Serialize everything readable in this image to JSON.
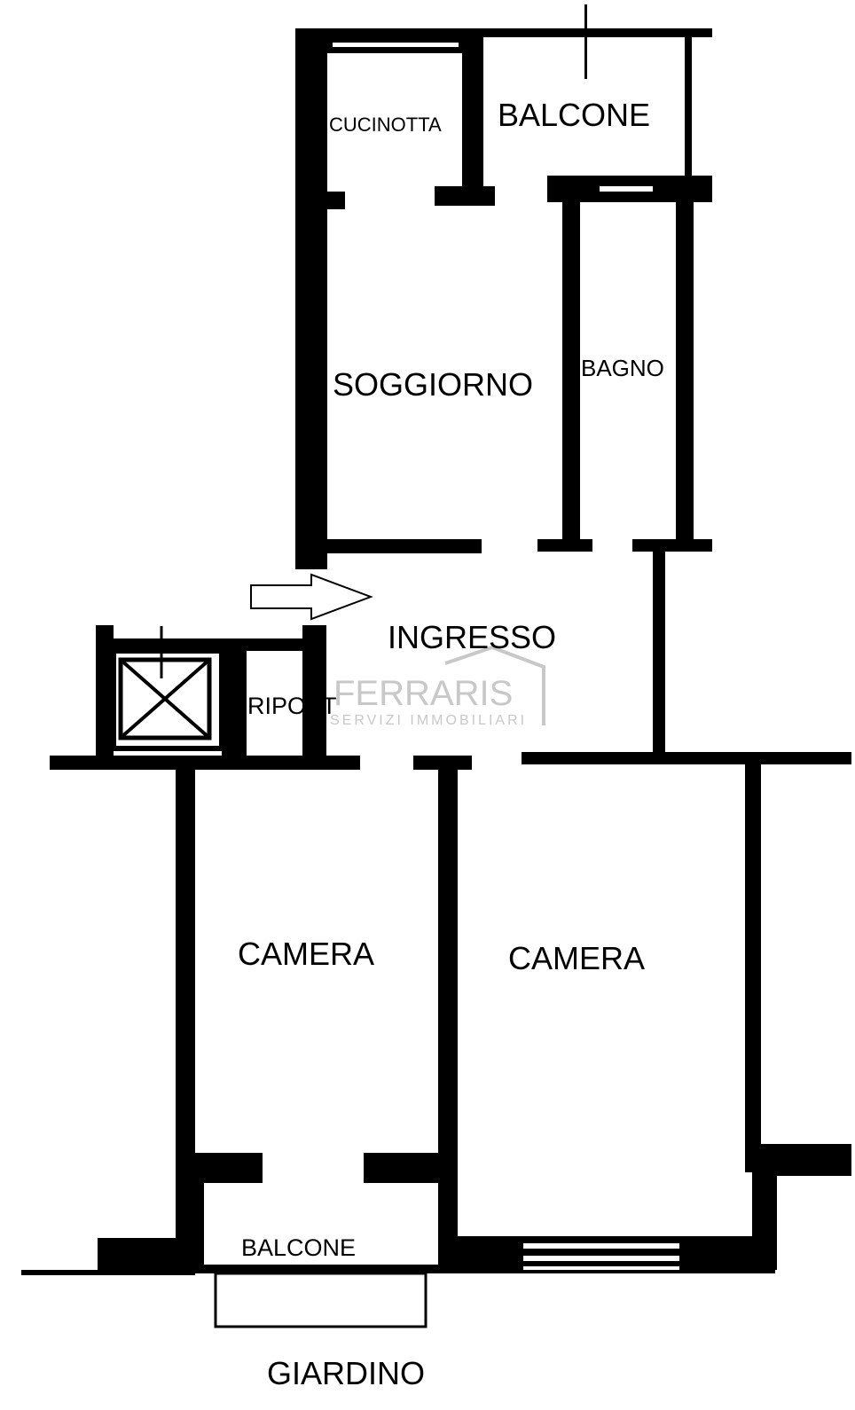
{
  "rooms": {
    "cucinotta": "CUCINOTTA",
    "balcone_top": "BALCONE",
    "soggiorno": "SOGGIORNO",
    "bagno": "BAGNO",
    "ingresso": "INGRESSO",
    "ripost": "RIPOST",
    "camera_left": "CAMERA",
    "camera_right": "CAMERA",
    "balcone_bottom": "BALCONE",
    "giardino": "GIARDINO"
  },
  "watermark": {
    "brand": "FERRARIS",
    "tagline": "SERVIZI IMMOBILIARI"
  },
  "icons": {
    "entry_arrow": "entry-arrow-icon",
    "elevator": "elevator-shaft-icon"
  },
  "colors": {
    "wall": "#000000",
    "background": "#ffffff",
    "watermark": "#c8c8c8"
  }
}
